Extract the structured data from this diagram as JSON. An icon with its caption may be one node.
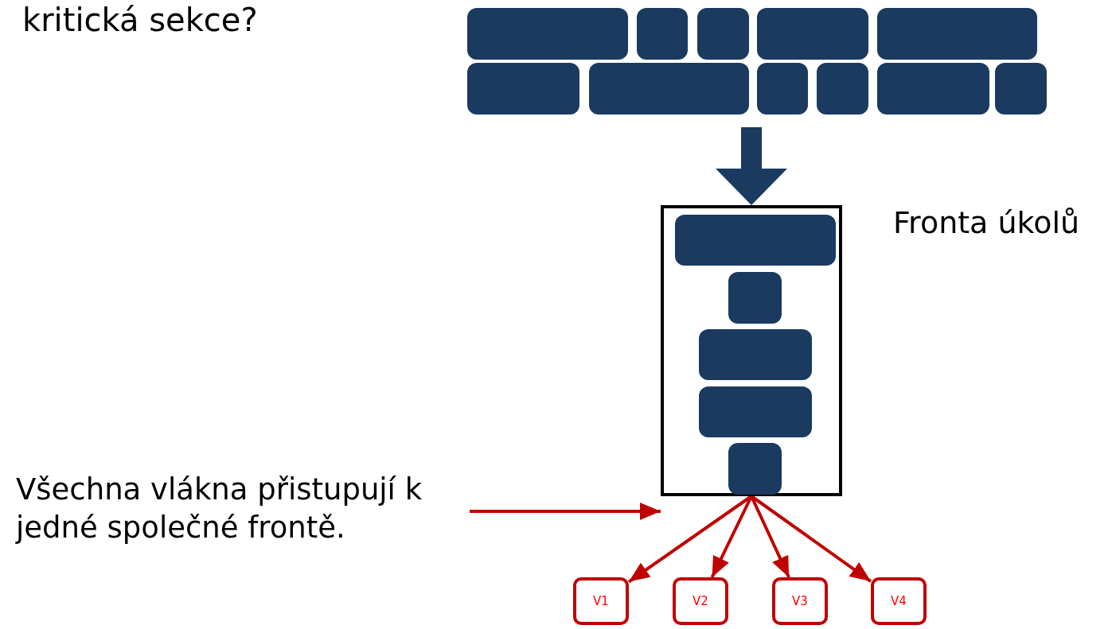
{
  "diagram": {
    "nodes": [
      {
        "text": [],
        "shape": "box"
      },
      {
        "text": [],
        "shape": "box"
      },
      {
        "text": [],
        "shape": "box"
      },
      {
        "text": [],
        "shape": "box"
      },
      {
        "text": [],
        "shape": "box"
      },
      {
        "text": [],
        "shape": "box"
      },
      {
        "text": [],
        "shape": "box"
      },
      {
        "text": [],
        "shape": "box"
      },
      {
        "text": [],
        "shape": "box"
      },
      {
        "text": [],
        "shape": "box"
      },
      {
        "text": [],
        "shape": "box"
      },
      {
        "text": [
          "Fronta úkolů"
        ]
      },
      {
        "text": [],
        "shape": "box",
        "in": 11
      },
      {
        "text": [],
        "shape": "box",
        "in": 11
      },
      {
        "text": [],
        "shape": "box",
        "in": 11
      },
      {
        "text": [],
        "shape": "box",
        "in": 11
      },
      {
        "text": [],
        "shape": "box",
        "in": 11
      },
      {
        "text": [
          "Všechna vlákna přistupují k jedné společné frontě."
        ]
      },
      {
        "text": [
          "V1"
        ]
      },
      {
        "text": [
          "V2"
        ]
      },
      {
        "text": [
          "V3"
        ]
      },
      {
        "text": [
          "V4"
        ]
      }
    ],
    "edges": [
      {
        "from": null,
        "to": 11,
        "arrow": "to",
        "style": "thick",
        "color": "#1b3a5f"
      },
      {
        "from": 17,
        "to": 11,
        "arrow": "to"
      },
      {
        "from": 11,
        "to": 18,
        "arrow": "to"
      },
      {
        "from": 11,
        "to": 19,
        "arrow": "to"
      },
      {
        "from": 11,
        "to": 20,
        "arrow": "to"
      },
      {
        "from": 11,
        "to": 21,
        "arrow": "to"
      }
    ],
    "labels": [
      "kritická sekce?"
    ]
  }
}
